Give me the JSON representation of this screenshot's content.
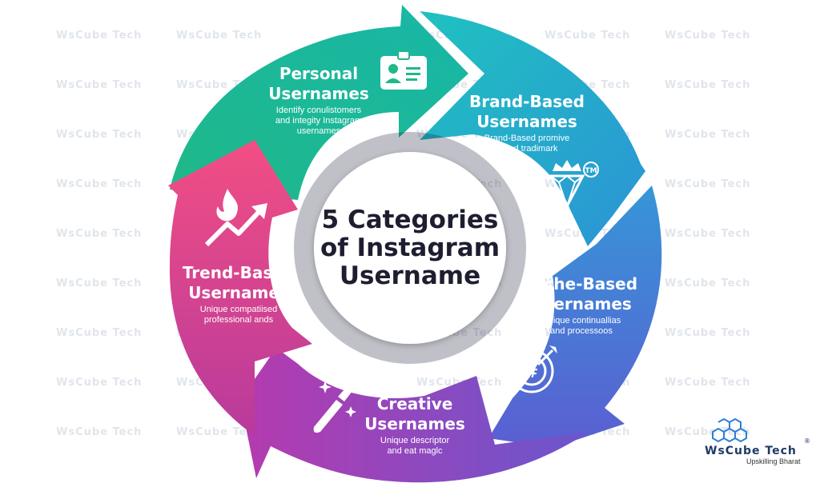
{
  "center": {
    "line1": "5 Categories",
    "line2": "of Instagram",
    "line3": "Username"
  },
  "segments": [
    {
      "key": "personal",
      "title_line1": "Personal",
      "title_line2": "Usernames",
      "desc_lines": [
        "Identify conulistomers",
        "and integity Instagram",
        "usernames"
      ],
      "icon": "id-card-icon",
      "color_start": "#1fb888",
      "color_end": "#19b3a0"
    },
    {
      "key": "brand",
      "title_line1": "Brand-Based",
      "title_line2": "Usernames",
      "desc_lines": [
        "Brand-Based promive",
        "brand tradimark"
      ],
      "icon": "diamond-crown-icon",
      "color_start": "#1fbfc4",
      "color_end": "#2a9fd4"
    },
    {
      "key": "niche",
      "title_line1": "Niche-Based",
      "title_line2": "Usernames",
      "desc_lines": [
        "Unique continuallias",
        "and processoos"
      ],
      "icon": "target-hashtag-icon",
      "color_start": "#3296d6",
      "color_end": "#5a5fd0"
    },
    {
      "key": "creative",
      "title_line1": "Creative",
      "title_line2": "Usernames",
      "desc_lines": [
        "Unique descriptor",
        "and eat maglc"
      ],
      "icon": "paintbrush-sparkle-icon",
      "color_start": "#6c55cc",
      "color_end": "#b33bb0"
    },
    {
      "key": "trend",
      "title_line1": "Trend-Based",
      "title_line2": "Usernames",
      "desc_lines": [
        "Unique compatiised",
        "professional ands"
      ],
      "icon": "flame-trend-icon",
      "color_start": "#c9358f",
      "color_end": "#f24f86"
    }
  ],
  "watermark": {
    "text": "WsCube Tech",
    "color": "#c8d0dc"
  },
  "logo": {
    "name": "WsCube Tech",
    "registered": "®",
    "tagline": "Upskilling Bharat",
    "color": "#1e3a66",
    "accent": "#2d7fd6"
  }
}
